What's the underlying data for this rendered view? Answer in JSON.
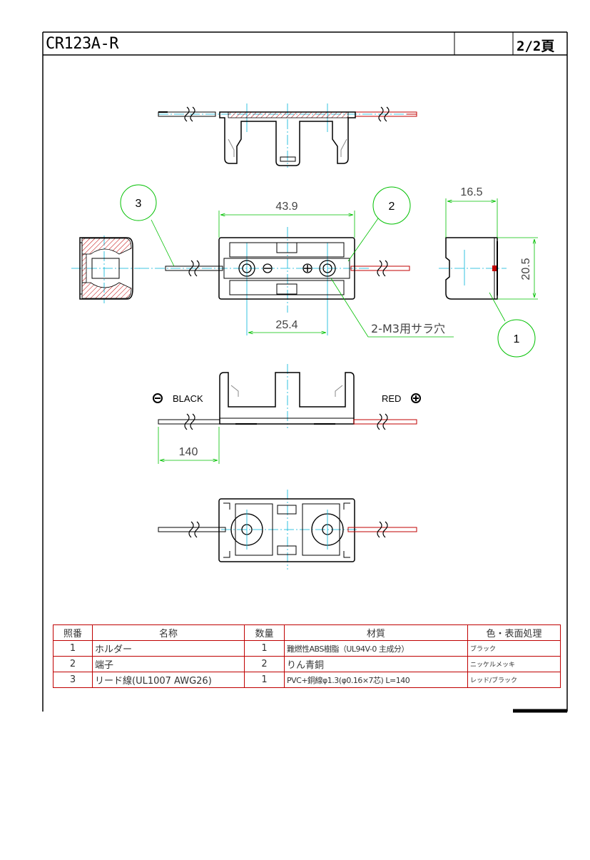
{
  "title_block": {
    "title": "CR123A-R",
    "page": "2/2頁"
  },
  "drawing": {
    "dimensions": {
      "overall_length": "43.9",
      "hole_pitch": "25.4",
      "width": "16.5",
      "height": "20.5",
      "lead_length": "140"
    },
    "callouts": {
      "holder": "1",
      "terminal": "2",
      "lead": "3"
    },
    "mounting_note": "2-M3用サラ穴",
    "lead_labels": {
      "negative": "BLACK",
      "positive": "RED"
    }
  },
  "parts_table": {
    "headers": [
      "照番",
      "名称",
      "数量",
      "材質",
      "色・表面処理"
    ],
    "rows": [
      [
        "1",
        "ホルダー",
        "1",
        "難燃性ABS樹脂（UL94V-0 主成分）",
        "ブラック"
      ],
      [
        "2",
        "端子",
        "2",
        "りん青銅",
        "ニッケルメッキ"
      ],
      [
        "3",
        "リード線(UL1007 AWG26)",
        "1",
        "PVC+銅線φ1.3(φ0.16×7芯) L=140",
        "レッド/ブラック"
      ]
    ]
  },
  "colors": {
    "outline": "#000000",
    "centerline": "#00b4d8",
    "dimension": "#00c000",
    "red_wire": "#c00000",
    "hatch": "#c00000"
  }
}
